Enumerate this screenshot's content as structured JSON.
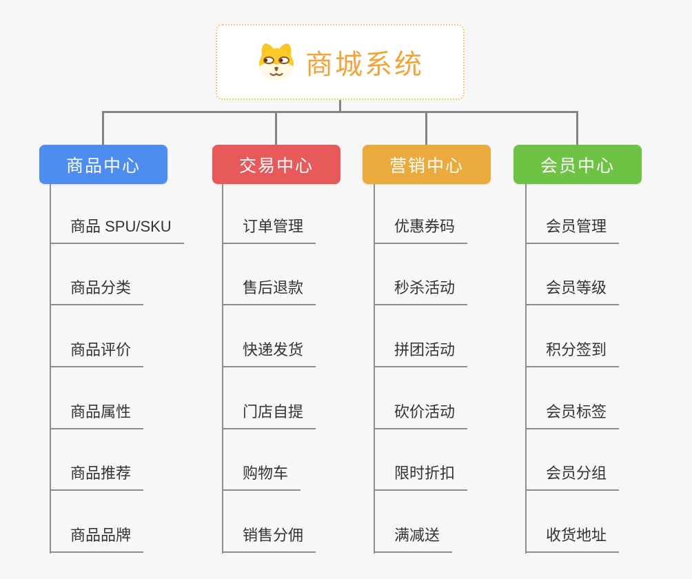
{
  "page": {
    "background_color": "#F7F7F7",
    "connector_color": "#848484"
  },
  "root": {
    "title": "商城系统",
    "icon": "dog-face-icon",
    "text_color": "#F0A53C",
    "border_color": "#F5C878"
  },
  "branches": [
    {
      "label": "商品中心",
      "color": "#4D8DF0",
      "items": [
        "商品 SPU/SKU",
        "商品分类",
        "商品评价",
        "商品属性",
        "商品推荐",
        "商品品牌"
      ]
    },
    {
      "label": "交易中心",
      "color": "#E65A5A",
      "items": [
        "订单管理",
        "售后退款",
        "快递发货",
        "门店自提",
        "购物车",
        "销售分佣"
      ]
    },
    {
      "label": "营销中心",
      "color": "#EBAA3C",
      "items": [
        "优惠券码",
        "秒杀活动",
        "拼团活动",
        "砍价活动",
        "限时折扣",
        "满减送"
      ]
    },
    {
      "label": "会员中心",
      "color": "#6EC244",
      "items": [
        "会员管理",
        "会员等级",
        "积分签到",
        "会员标签",
        "会员分组",
        "收货地址"
      ]
    }
  ]
}
